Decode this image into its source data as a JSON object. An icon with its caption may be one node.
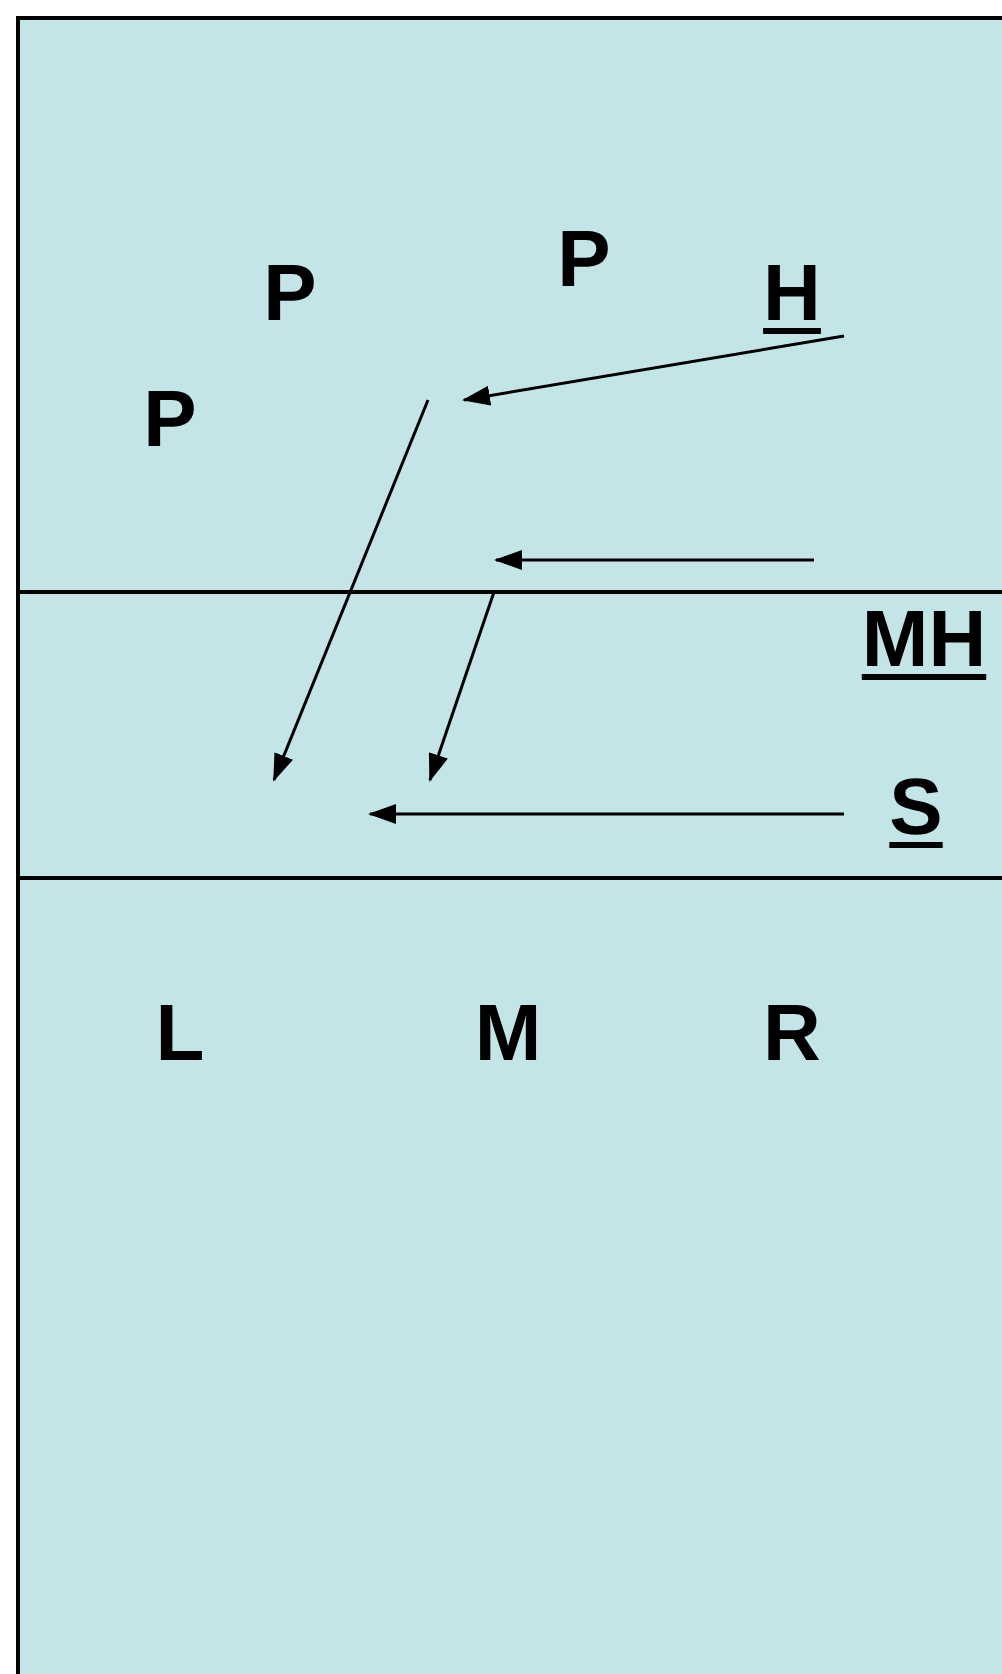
{
  "diagram": {
    "nodes": [
      {
        "text": [
          "H"
        ]
      },
      {
        "text": [
          "S"
        ]
      }
    ],
    "edges": [
      {
        "from": 0,
        "to": null,
        "arrow": "to"
      },
      {
        "from": 1,
        "to": null,
        "arrow": "to"
      }
    ],
    "labels": [
      "P",
      "P",
      "P",
      "MH",
      "L",
      "M",
      "R"
    ]
  }
}
